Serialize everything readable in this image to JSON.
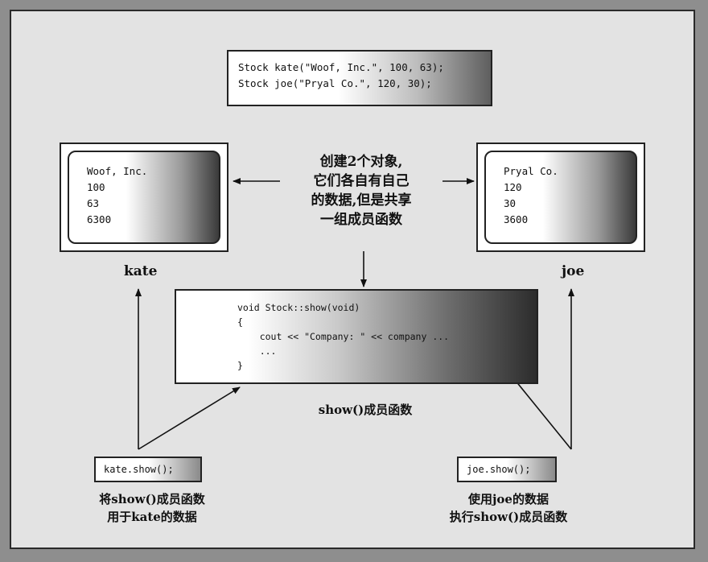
{
  "declaration": {
    "line1": "Stock kate(\"Woof, Inc.\", 100, 63);",
    "line2": "Stock joe(\"Pryal Co.\", 120, 30);"
  },
  "center_note": {
    "line1": "创建2个对象,",
    "line2": "它们各自有自己",
    "line3": "的数据,但是共享",
    "line4": "一组成员函数"
  },
  "kate": {
    "label": "kate",
    "company": "Woof, Inc.",
    "shares": "100",
    "share_val": "63",
    "total_val": "6300"
  },
  "joe": {
    "label": "joe",
    "company": "Pryal Co.",
    "shares": "120",
    "share_val": "30",
    "total_val": "3600"
  },
  "function": {
    "line1": "void Stock::show(void)",
    "line2": "{",
    "line3": "    cout << \"Company: \" << company ...",
    "line4": "    ...",
    "line5": "}",
    "caption": "show()成员函数"
  },
  "calls": {
    "kate_call": "kate.show();",
    "joe_call": "joe.show();",
    "kate_caption_1": "将show()成员函数",
    "kate_caption_2": "用于kate的数据",
    "joe_caption_1": "使用joe的数据",
    "joe_caption_2": "执行show()成员函数"
  },
  "colors": {
    "background": "#8e8e8e",
    "panel": "#e3e3e3",
    "ink": "#111111"
  }
}
